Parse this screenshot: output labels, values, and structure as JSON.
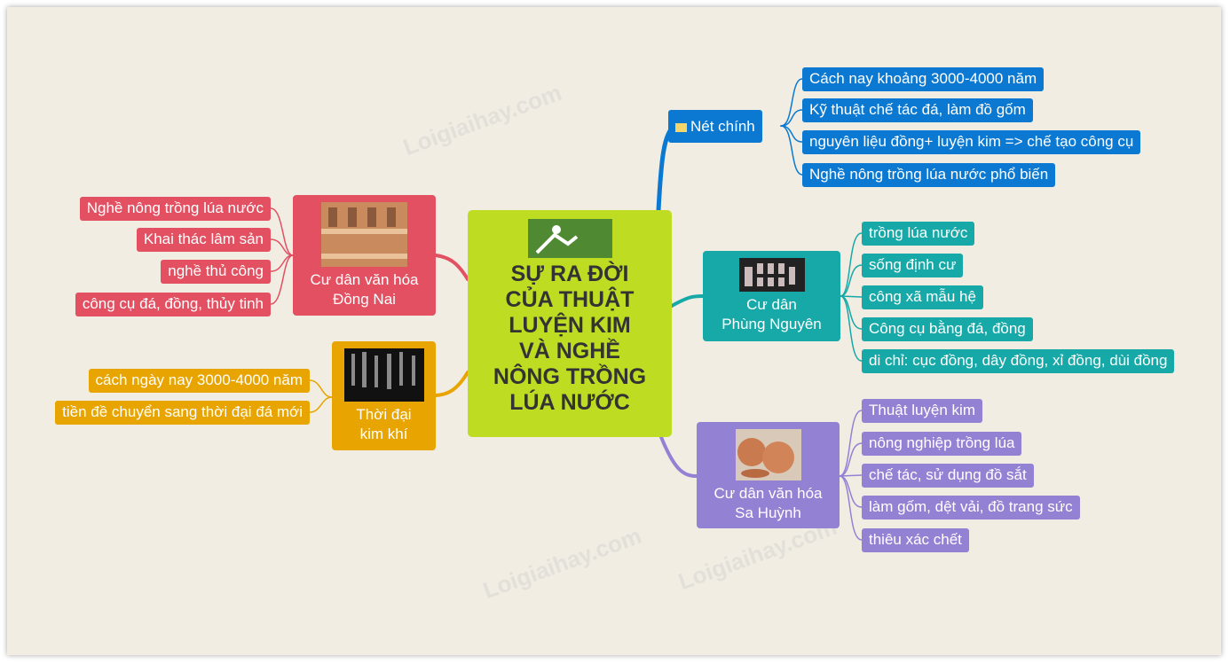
{
  "root": {
    "title_lines": [
      "SỰ RA ĐỜI",
      "CỦA THUẬT",
      "LUYỆN KIM",
      "VÀ NGHỀ",
      "NÔNG TRỒNG",
      "LÚA NƯỚC"
    ]
  },
  "branches": {
    "net_chinh": {
      "label": "Nét chính",
      "icon": "folder-icon",
      "color": "#0b79d2",
      "items": [
        "Cách nay khoảng 3000-4000 năm",
        "Kỹ thuật chế tác đá, làm đồ gốm",
        "nguyên liệu đồng+ luyện kim => chế tạo công cụ",
        "Nghề nông trồng lúa nước phổ biến"
      ]
    },
    "phung_nguyen": {
      "label_lines": [
        "Cư dân",
        "Phùng Nguyên"
      ],
      "color": "#16a9a8",
      "items": [
        "trồng lúa nước",
        "sống định cư",
        "công xã mẫu hệ",
        "Công cụ bằng đá, đồng",
        "di chỉ: cục đồng, dây đồng, xỉ đồng, dùi đồng"
      ]
    },
    "sa_huynh": {
      "label_lines": [
        "Cư dân văn hóa",
        "Sa Huỳnh"
      ],
      "color": "#9381d4",
      "items": [
        "Thuật luyện kim",
        "nông nghiệp trồng lúa",
        "chế tác, sử dụng đồ sắt",
        "làm gốm, dệt vải, đồ trang sức",
        "thiêu xác chết"
      ]
    },
    "dong_nai": {
      "label_lines": [
        "Cư dân văn hóa",
        "Đồng Nai"
      ],
      "color": "#e25061",
      "items": [
        "Nghề nông trồng lúa nước",
        "Khai thác lâm sản",
        "nghề thủ công",
        "công cụ đá, đồng, thủy tinh"
      ]
    },
    "kim_khi": {
      "label_lines": [
        "Thời đại",
        "kim khí"
      ],
      "color": "#e8a400",
      "items": [
        "cách ngày nay 3000-4000 năm",
        "tiền đề chuyển sang thời đại đá mới"
      ]
    }
  },
  "watermark": "Loigiaihay.com"
}
